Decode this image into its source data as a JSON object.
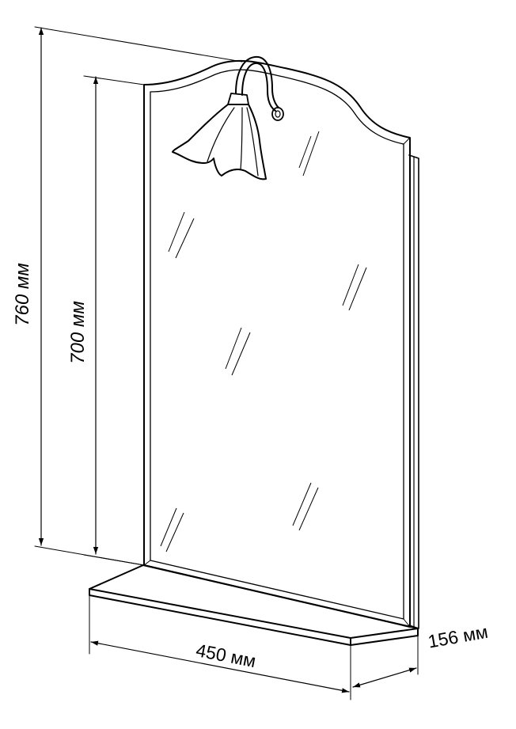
{
  "dimensions": {
    "height_total": "760 мм",
    "height_mirror": "700 мм",
    "width": "450 мм",
    "depth": "156 мм"
  },
  "colors": {
    "line": "#000000",
    "background": "#ffffff"
  },
  "icons": [
    "lamp-icon",
    "dimension-arrow-icon"
  ]
}
